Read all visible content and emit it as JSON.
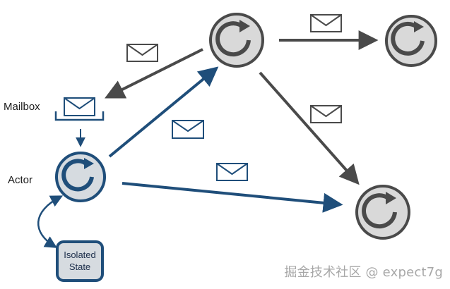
{
  "labels": {
    "mailbox": "Mailbox",
    "actor": "Actor",
    "isolated_state_line1": "Isolated",
    "isolated_state_line2": "State"
  },
  "watermark": "掘金技术社区 @ expect7g",
  "colors": {
    "blue": "#1f4e7a",
    "gray": "#4a4a4a",
    "actor_fill": "#d6dbe0",
    "other_actor_fill": "#d9d9d9",
    "state_fill": "#d6dbe0"
  },
  "icons": {
    "actor": "refresh-cycle-icon",
    "message": "envelope-icon",
    "arrow": "arrow-icon"
  }
}
